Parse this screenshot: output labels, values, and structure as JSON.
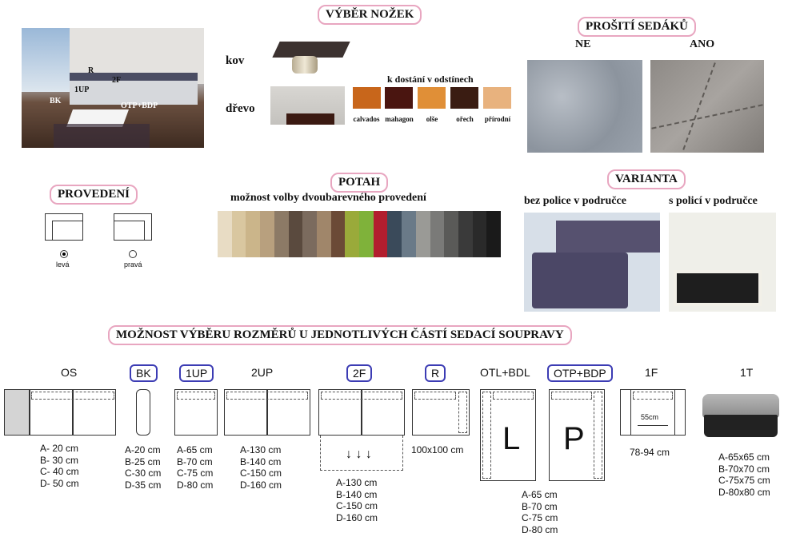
{
  "headings": {
    "legs": "VÝBĚR NOŽEK",
    "stitching": "PROŠITÍ SEDÁKŮ",
    "version": "PROVEDENÍ",
    "cover": "POTAH",
    "variant": "VARIANTA",
    "sizes": "MOŽNOST VÝBĚRU ROZMĚRŮ U JEDNOTLIVÝCH ČÁSTÍ SEDACÍ SOUPRAVY"
  },
  "room_labels": {
    "r": "R",
    "f2": "2F",
    "up1": "1UP",
    "bk": "BK",
    "otp": "OTP+BDP"
  },
  "legs": {
    "metal_label": "kov",
    "wood_label": "dřevo",
    "shades_title": "k dostání v odstínech",
    "shades": [
      {
        "name": "calvados",
        "color": "#c8661b"
      },
      {
        "name": "mahagon",
        "color": "#4a1510"
      },
      {
        "name": "olše",
        "color": "#e08f37"
      },
      {
        "name": "ořech",
        "color": "#3a1c12"
      },
      {
        "name": "přírodní",
        "color": "#e8b27e"
      }
    ]
  },
  "stitching": {
    "no": "NE",
    "yes": "ANO"
  },
  "version": {
    "left_label": "levá",
    "right_label": "pravá",
    "selected": "levá"
  },
  "cover": {
    "subtitle": "možnost volby dvoubarevného provedení",
    "colors": [
      "#e8dcc4",
      "#d9c7a0",
      "#cbb58a",
      "#b8a07e",
      "#8c7a66",
      "#5a4a3e",
      "#7b6b5e",
      "#a0866a",
      "#6b4a36",
      "#9aaa3a",
      "#7fb23a",
      "#b21e2e",
      "#3a4a5a",
      "#6a7a88",
      "#9a9a96",
      "#7a7a78",
      "#5a5a58",
      "#3a3a3a",
      "#2a2a2a",
      "#1a1a1a"
    ]
  },
  "variant": {
    "without": "bez police v područce",
    "with": "s policí v područce"
  },
  "parts": [
    {
      "label": "OS",
      "dims": [
        "A- 20 cm",
        "B- 30 cm",
        "C- 40 cm",
        "D- 50 cm"
      ]
    },
    {
      "label": "BK",
      "dims": [
        "A-20 cm",
        "B-25 cm",
        "C-30 cm",
        "D-35 cm"
      ]
    },
    {
      "label": "1UP",
      "dims": [
        "A-65 cm",
        "B-70 cm",
        "C-75 cm",
        "D-80 cm"
      ]
    },
    {
      "label": "2UP",
      "dims": [
        "A-130 cm",
        "B-140 cm",
        "C-150 cm",
        "D-160 cm"
      ]
    },
    {
      "label": "2F",
      "dims": [
        "A-130 cm",
        "B-140 cm",
        "C-150 cm",
        "D-160 cm"
      ],
      "arrows": "↓ ↓ ↓"
    },
    {
      "label": "R",
      "dims": [
        "100x100 cm"
      ]
    },
    {
      "label": "OTL+BDL",
      "letter": "L"
    },
    {
      "label": "OTP+BDP",
      "letter": "P",
      "dims": [
        "A-65 cm",
        "B-70 cm",
        "C-75 cm",
        "D-80 cm"
      ]
    },
    {
      "label": "1F",
      "dims": [
        "78-94 cm"
      ],
      "inner": "55cm"
    },
    {
      "label": "1T",
      "dims": [
        "A-65x65 cm",
        "B-70x70 cm",
        "C-75x75 cm",
        "D-80x80 cm"
      ]
    }
  ]
}
